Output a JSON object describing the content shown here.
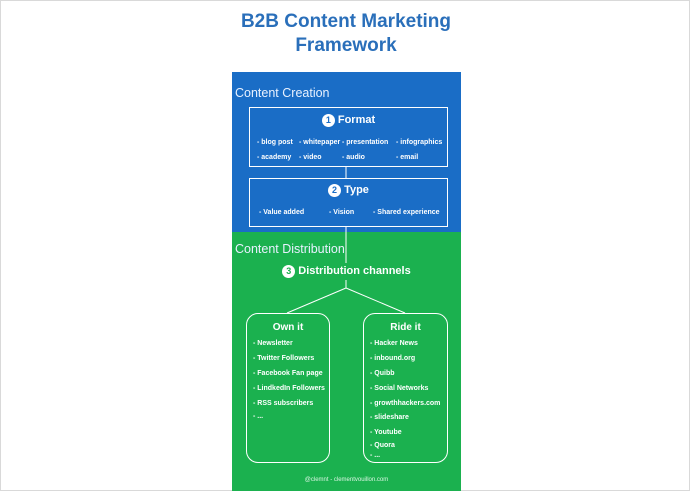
{
  "title": {
    "line1": "B2B Content Marketing",
    "line2": "Framework"
  },
  "sections": {
    "creation": "Content Creation",
    "distribution": "Content Distribution"
  },
  "format": {
    "number": "1",
    "title": "Format",
    "items": [
      "- blog post",
      "- whitepaper",
      "- presentation",
      "- infographics",
      "- academy",
      "- video",
      "- audio",
      "- email"
    ]
  },
  "type": {
    "number": "2",
    "title": "Type",
    "items": [
      "- Value  added",
      "- Vision",
      "- Shared experience"
    ]
  },
  "distribution": {
    "number": "3",
    "title": "Distribution channels"
  },
  "own_it": {
    "title": "Own it",
    "items": [
      "- Newsletter",
      "- Twitter Followers",
      "- Facebook Fan page",
      "- LindkedIn Followers",
      "- RSS subscribers",
      "- ..."
    ]
  },
  "ride_it": {
    "title": "Ride it",
    "items": [
      "- Hacker News",
      "- inbound.org",
      "- Quibb",
      "- Social Networks",
      "- growthhackers.com",
      "- slideshare",
      "- Youtube",
      "- Quora",
      "- ..."
    ]
  },
  "footer": "@clemnt - clementvouillon.com",
  "colors": {
    "title": "#2a6fba",
    "creation_bg": "#1a6dc6",
    "distribution_bg": "#1bb14f"
  }
}
